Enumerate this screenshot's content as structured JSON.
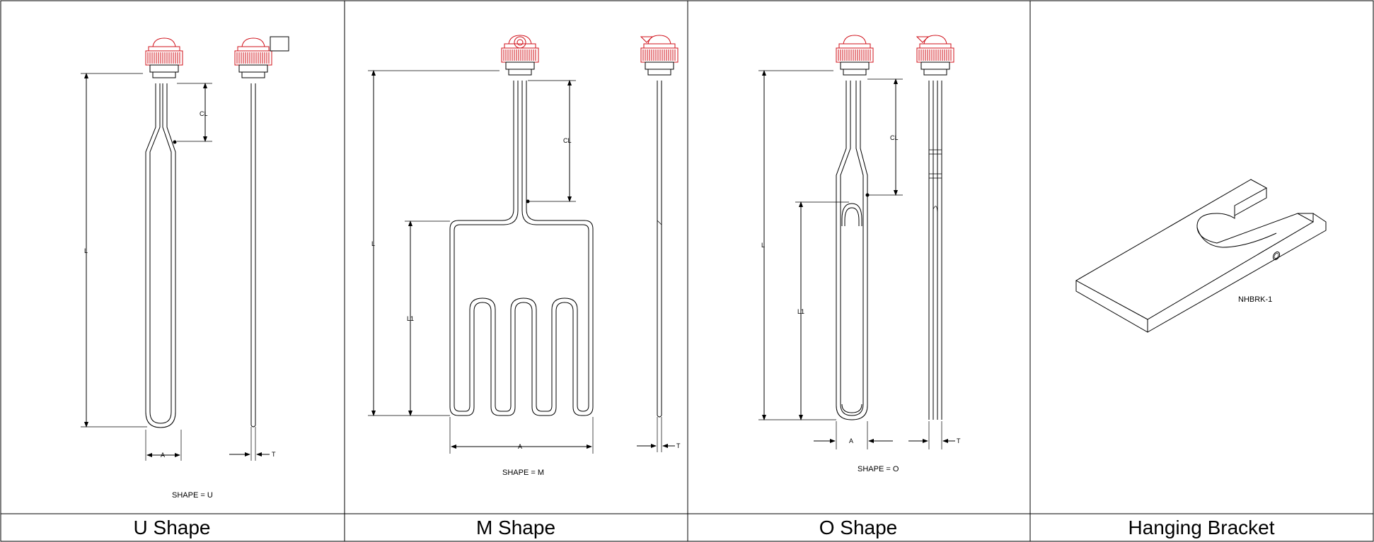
{
  "panels": [
    {
      "title": "U Shape",
      "shape_label": "SHAPE = U",
      "dims": {
        "L": "L",
        "CL": "CL",
        "A": "A",
        "T": "T"
      }
    },
    {
      "title": "M Shape",
      "shape_label": "SHAPE = M",
      "dims": {
        "L": "L",
        "L1": "L1",
        "CL": "CL",
        "A": "A",
        "T": "T"
      }
    },
    {
      "title": "O Shape",
      "shape_label": "SHAPE = O",
      "dims": {
        "L": "L",
        "L1": "L1",
        "CL": "CL",
        "A": "A",
        "T": "T"
      }
    },
    {
      "title": "Hanging Bracket",
      "part_label": "NHBRK-1"
    }
  ],
  "colors": {
    "terminal": "#d0101a",
    "line": "#000000"
  }
}
